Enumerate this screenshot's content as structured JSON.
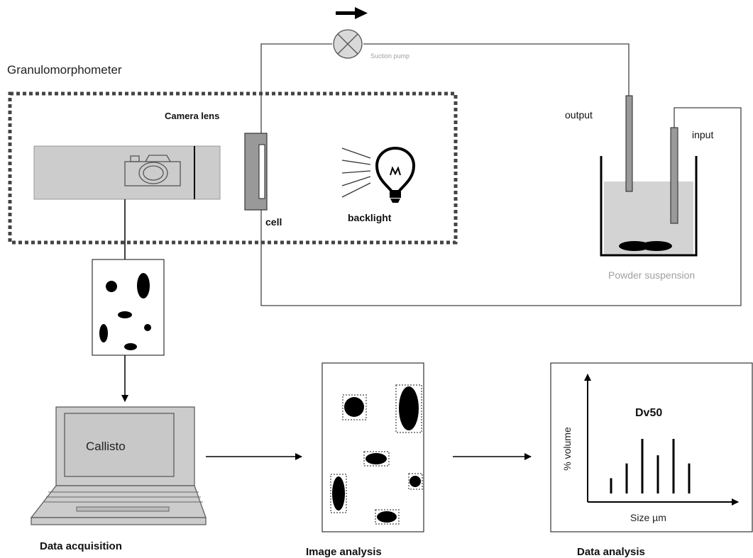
{
  "title": "Granulomorphometer",
  "labels": {
    "camera_lens": "Camera lens",
    "cell": "cell",
    "backlight": "backlight",
    "suction_pump": "Suction pump",
    "output": "output",
    "input": "input",
    "powder_suspension": "Powder suspension",
    "software": "Callisto",
    "data_acquisition": "Data acquisition",
    "image_analysis": "Image analysis",
    "data_analysis": "Data analysis"
  },
  "plot": {
    "peak_label": "Dv50",
    "ylabel": "% volume",
    "xlabel": "Size µm",
    "bar_heights": [
      0.28,
      0.55,
      1.0,
      0.7,
      1.0,
      0.55
    ]
  },
  "colors": {
    "stroke": "#000000",
    "device_fill": "#cccccc",
    "cell_fill": "#999999",
    "liquid_fill": "#d3d3d3",
    "faint_text": "#a0a0a0",
    "screen_fill": "#c8c8c8"
  },
  "icons": [
    "camera-icon",
    "light-bulb-icon",
    "pump-icon",
    "arrow-icon"
  ]
}
